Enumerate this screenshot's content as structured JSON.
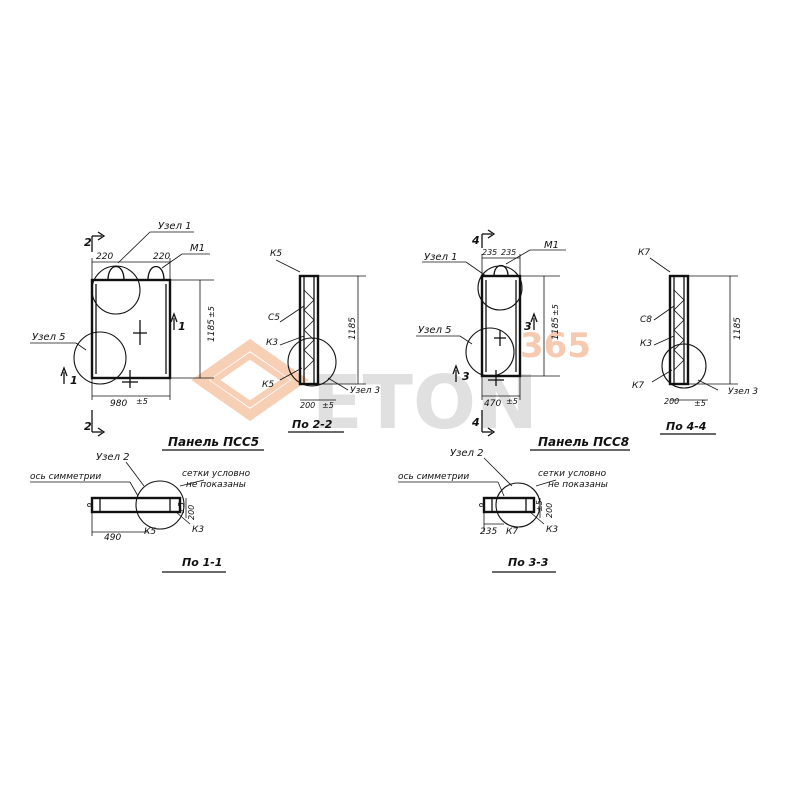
{
  "watermark": {
    "brand": "ETON",
    "number": "365",
    "color_brand": "#c8c8c8",
    "color_number": "#f0a070",
    "color_logo": "#f0a878"
  },
  "left": {
    "section_mark_top": "2",
    "section_mark_bottom": "2",
    "section_mark_side_left": "1",
    "section_mark_side_right": "1",
    "uzel1": "Узел 1",
    "uzel5": "Узел 5",
    "m1": "М1",
    "dim_220_a": "220",
    "dim_220_b": "220",
    "dim_1185": "1185",
    "dim_5_v": "±5",
    "dim_980": "980",
    "dim_5_h": "±5",
    "panel_title": "Панель ПСС5",
    "sec22": {
      "k5_top": "К5",
      "c5": "С5",
      "k3": "К3",
      "k5_bottom": "К5",
      "uzel3": "Узел 3",
      "dim_1185": "1185",
      "dim_200": "200",
      "dim_5": "±5",
      "title": "По 2-2"
    },
    "sec11": {
      "uzel2": "Узел 2",
      "axis": "ось симметрии",
      "nets_line1": "сетки условно",
      "nets_line2": "не показаны",
      "dim_490": "490",
      "k5": "К5",
      "k3": "К3",
      "dim_200": "200",
      "dim_5": "±5",
      "title": "По 1-1"
    }
  },
  "right": {
    "section_mark_top": "4",
    "section_mark_bottom": "4",
    "section_mark_side_left": "3",
    "section_mark_side_right": "3",
    "uzel1": "Узел 1",
    "uzel5": "Узел 5",
    "m1": "М1",
    "dim_235_a": "235",
    "dim_235_b": "235",
    "dim_1185": "1185",
    "dim_5_v": "±5",
    "dim_470": "470",
    "dim_5_h": "±5",
    "panel_title": "Панель ПСС8",
    "sec44": {
      "k7_top": "К7",
      "c8": "С8",
      "k3": "К3",
      "k7_bottom": "К7",
      "uzel3": "Узел 3",
      "dim_1185": "1185",
      "dim_200": "200",
      "dim_5": "±5",
      "title": "По 4-4"
    },
    "sec33": {
      "uzel2": "Узел 2",
      "axis": "ось симметрии",
      "nets_line1": "сетки условно",
      "nets_line2": "не показаны",
      "dim_235": "235",
      "k7": "К7",
      "k3": "К3",
      "dim_200": "200",
      "dim_5": "±5",
      "title": "По 3-3"
    }
  }
}
